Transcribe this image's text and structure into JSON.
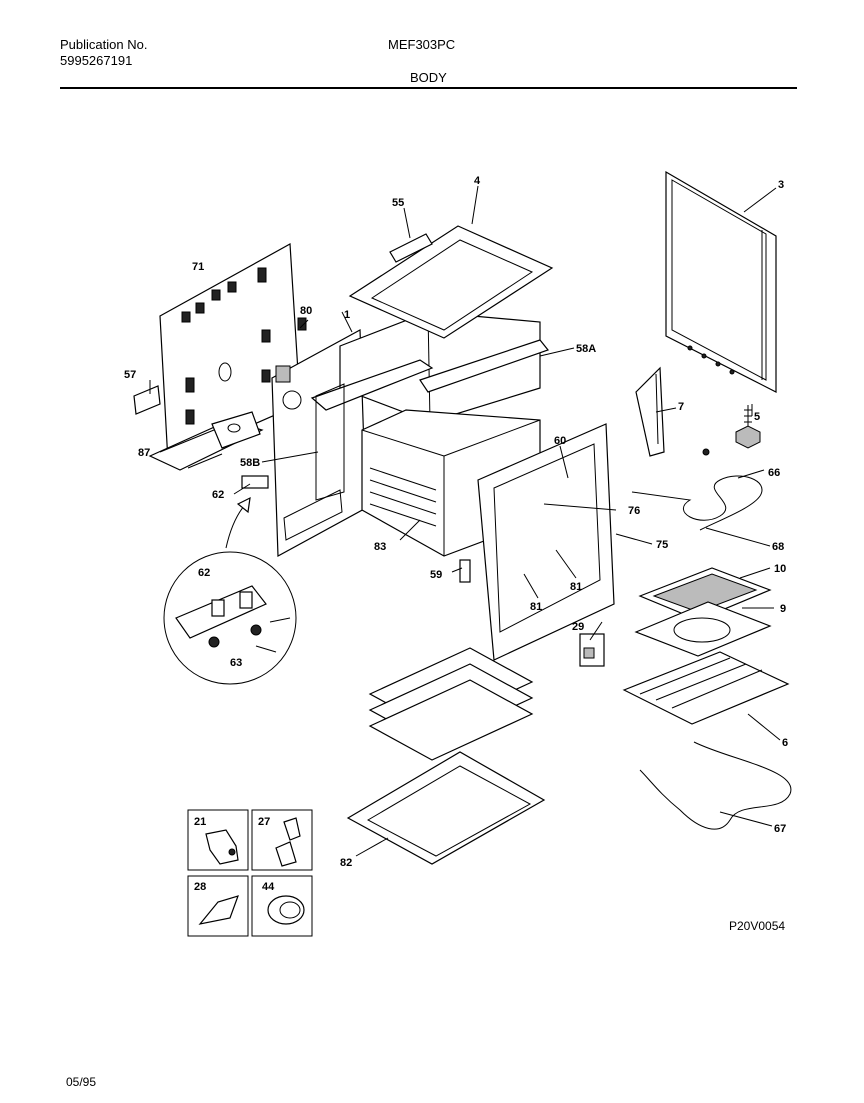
{
  "header": {
    "publication_label": "Publication No.",
    "publication_number": "5995267191",
    "model": "MEF303PC",
    "section": "BODY"
  },
  "footer": {
    "drawing_code": "P20V0054",
    "date": "05/95"
  },
  "callouts": {
    "c1": "1",
    "c3": "3",
    "c4": "4",
    "c5": "5",
    "c6": "6",
    "c7": "7",
    "c9": "9",
    "c10": "10",
    "c21": "21",
    "c27": "27",
    "c28": "28",
    "c29": "29",
    "c44": "44",
    "c55": "55",
    "c57": "57",
    "c58a": "58A",
    "c58b": "58B",
    "c59": "59",
    "c60": "60",
    "c62a": "62",
    "c62b": "62",
    "c63": "63",
    "c66": "66",
    "c67": "67",
    "c68": "68",
    "c71": "71",
    "c75": "75",
    "c76": "76",
    "c80": "80",
    "c81a": "81",
    "c81b": "81",
    "c82": "82",
    "c83": "83",
    "c87": "87"
  }
}
